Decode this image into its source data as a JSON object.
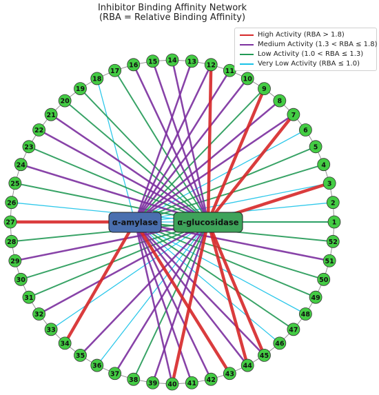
{
  "title_line1": "Inhibitor Binding Affinity Network",
  "title_line2": "(RBA = Relative Binding Affinity)",
  "legend": [
    {
      "label": "High Activity (RBA > 1.8)",
      "color": "#d62728"
    },
    {
      "label": "Medium Activity (1.3 < RBA ≤ 1.8)",
      "color": "#7b2f9e"
    },
    {
      "label": "Low Activity (1.0 < RBA ≤ 1.3)",
      "color": "#229955"
    },
    {
      "label": "Very Low Activity (RBA ≤ 1.0)",
      "color": "#17c2e8"
    }
  ],
  "hubs": [
    {
      "id": "amylase",
      "label": "α-amylase",
      "color": "#4a6faf"
    },
    {
      "id": "glucosidase",
      "label": "α-glucosidase",
      "color": "#3ea35a"
    }
  ],
  "node_color": "#44cc44",
  "nodes": [
    "1",
    "2",
    "3",
    "4",
    "5",
    "6",
    "7",
    "8",
    "9",
    "10",
    "11",
    "12",
    "13",
    "14",
    "15",
    "16",
    "17",
    "18",
    "19",
    "20",
    "21",
    "22",
    "23",
    "24",
    "25",
    "26",
    "27",
    "28",
    "29",
    "30",
    "31",
    "32",
    "33",
    "34",
    "35",
    "36",
    "37",
    "38",
    "39",
    "40",
    "41",
    "42",
    "43",
    "44",
    "45",
    "46",
    "47",
    "48",
    "49",
    "50",
    "51",
    "52"
  ],
  "edges": [
    {
      "node": 1,
      "hub": "glucosidase",
      "level": "low"
    },
    {
      "node": 1,
      "hub": "amylase",
      "level": "verylow"
    },
    {
      "node": 2,
      "hub": "amylase",
      "level": "verylow"
    },
    {
      "node": 3,
      "hub": "glucosidase",
      "level": "high"
    },
    {
      "node": 3,
      "hub": "amylase",
      "level": "verylow"
    },
    {
      "node": 4,
      "hub": "amylase",
      "level": "low"
    },
    {
      "node": 5,
      "hub": "amylase",
      "level": "low"
    },
    {
      "node": 6,
      "hub": "amylase",
      "level": "verylow"
    },
    {
      "node": 7,
      "hub": "glucosidase",
      "level": "high"
    },
    {
      "node": 7,
      "hub": "amylase",
      "level": "medium"
    },
    {
      "node": 8,
      "hub": "amylase",
      "level": "medium"
    },
    {
      "node": 9,
      "hub": "glucosidase",
      "level": "high"
    },
    {
      "node": 9,
      "hub": "amylase",
      "level": "low"
    },
    {
      "node": 10,
      "hub": "amylase",
      "level": "medium"
    },
    {
      "node": 11,
      "hub": "amylase",
      "level": "medium"
    },
    {
      "node": 12,
      "hub": "glucosidase",
      "level": "high"
    },
    {
      "node": 12,
      "hub": "amylase",
      "level": "medium"
    },
    {
      "node": 13,
      "hub": "amylase",
      "level": "medium"
    },
    {
      "node": 14,
      "hub": "glucosidase",
      "level": "medium"
    },
    {
      "node": 15,
      "hub": "glucosidase",
      "level": "medium"
    },
    {
      "node": 16,
      "hub": "glucosidase",
      "level": "medium"
    },
    {
      "node": 17,
      "hub": "glucosidase",
      "level": "low"
    },
    {
      "node": 18,
      "hub": "amylase",
      "level": "verylow"
    },
    {
      "node": 19,
      "hub": "glucosidase",
      "level": "low"
    },
    {
      "node": 20,
      "hub": "glucosidase",
      "level": "low"
    },
    {
      "node": 21,
      "hub": "glucosidase",
      "level": "medium"
    },
    {
      "node": 22,
      "hub": "glucosidase",
      "level": "medium"
    },
    {
      "node": 23,
      "hub": "glucosidase",
      "level": "low"
    },
    {
      "node": 24,
      "hub": "glucosidase",
      "level": "medium"
    },
    {
      "node": 25,
      "hub": "glucosidase",
      "level": "low"
    },
    {
      "node": 26,
      "hub": "glucosidase",
      "level": "verylow"
    },
    {
      "node": 27,
      "hub": "amylase",
      "level": "high"
    },
    {
      "node": 28,
      "hub": "glucosidase",
      "level": "low"
    },
    {
      "node": 29,
      "hub": "glucosidase",
      "level": "medium"
    },
    {
      "node": 30,
      "hub": "glucosidase",
      "level": "low"
    },
    {
      "node": 31,
      "hub": "glucosidase",
      "level": "low"
    },
    {
      "node": 32,
      "hub": "glucosidase",
      "level": "medium"
    },
    {
      "node": 33,
      "hub": "glucosidase",
      "level": "verylow"
    },
    {
      "node": 34,
      "hub": "amylase",
      "level": "high"
    },
    {
      "node": 35,
      "hub": "glucosidase",
      "level": "medium"
    },
    {
      "node": 36,
      "hub": "glucosidase",
      "level": "verylow"
    },
    {
      "node": 37,
      "hub": "glucosidase",
      "level": "medium"
    },
    {
      "node": 38,
      "hub": "glucosidase",
      "level": "low"
    },
    {
      "node": 39,
      "hub": "glucosidase",
      "level": "medium"
    },
    {
      "node": 40,
      "hub": "glucosidase",
      "level": "high"
    },
    {
      "node": 40,
      "hub": "amylase",
      "level": "medium"
    },
    {
      "node": 41,
      "hub": "amylase",
      "level": "medium"
    },
    {
      "node": 42,
      "hub": "amylase",
      "level": "medium"
    },
    {
      "node": 43,
      "hub": "amylase",
      "level": "high"
    },
    {
      "node": 44,
      "hub": "glucosidase",
      "level": "high"
    },
    {
      "node": 44,
      "hub": "amylase",
      "level": "medium"
    },
    {
      "node": 45,
      "hub": "glucosidase",
      "level": "high"
    },
    {
      "node": 45,
      "hub": "amylase",
      "level": "medium"
    },
    {
      "node": 46,
      "hub": "amylase",
      "level": "verylow"
    },
    {
      "node": 47,
      "hub": "amylase",
      "level": "low"
    },
    {
      "node": 48,
      "hub": "amylase",
      "level": "verylow"
    },
    {
      "node": 49,
      "hub": "amylase",
      "level": "low"
    },
    {
      "node": 50,
      "hub": "amylase",
      "level": "low"
    },
    {
      "node": 51,
      "hub": "amylase",
      "level": "medium"
    },
    {
      "node": 52,
      "hub": "amylase",
      "level": "low"
    }
  ]
}
